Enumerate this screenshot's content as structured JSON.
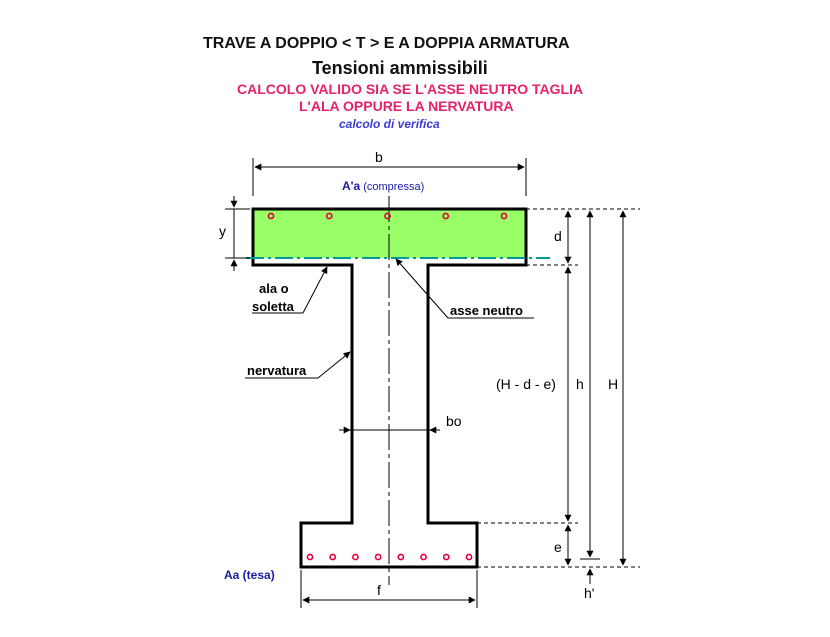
{
  "header": {
    "title": "TRAVE A DOPPIO < T > E  A DOPPIA ARMATURA",
    "subtitle": "Tensioni ammissibili",
    "note_line1": "CALCOLO VALIDO SIA SE L'ASSE NEUTRO TAGLIA",
    "note_line2": "L'ALA  OPPURE LA NERVATURA",
    "mode": "calcolo di verifica"
  },
  "labels": {
    "b": "b",
    "a_prime_a": "A'a",
    "compressa": "(compressa)",
    "y": "y",
    "d": "d",
    "ala_line1": "ala  o",
    "ala_line2": "soletta",
    "asse_neutro": "asse neutro",
    "nervatura": "nervatura",
    "h_d_e": "(H - d - e)",
    "h": "h",
    "H": "H",
    "bo": "bo",
    "e": "e",
    "aa_tesa": "Aa (tesa)",
    "f": "f",
    "h_prime": "h'"
  },
  "colors": {
    "flange_fill": "#99ff66",
    "rebar": "#e0003a",
    "neutral_axis": "#009999",
    "title_red": "#e8206a",
    "verify_blue": "#3c3cd8",
    "outline": "#000000"
  },
  "rebars": {
    "top_count": 5,
    "bottom_count": 8
  }
}
